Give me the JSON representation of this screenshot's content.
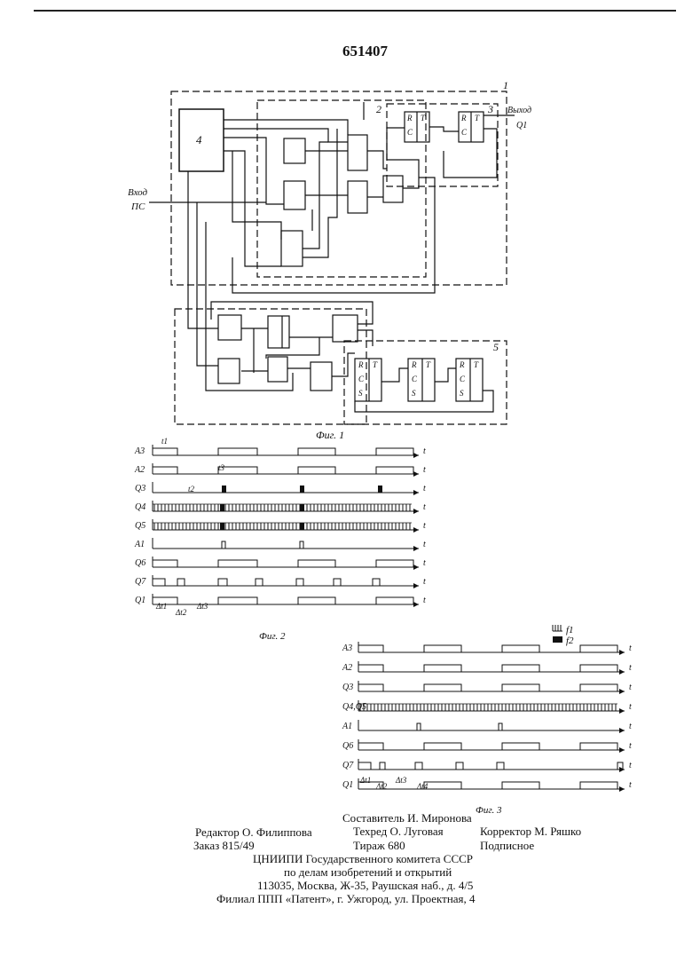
{
  "patent_number": "651407",
  "fig1": {
    "caption": "Фиг. 1",
    "block_labels": [
      "1",
      "2",
      "3",
      "4",
      "5"
    ],
    "input_label": [
      "Вход",
      "ПС"
    ],
    "output_label": [
      "Выход",
      "Q1"
    ],
    "trigger_pins": [
      "R",
      "C",
      "T",
      "S"
    ]
  },
  "fig2": {
    "caption": "Фиг. 2",
    "signals": [
      "A3",
      "A2",
      "Q3",
      "Q4",
      "Q5",
      "A1",
      "Q6",
      "Q7",
      "Q1"
    ],
    "axis_label": "t",
    "intervals": [
      "t1",
      "t3",
      "t2",
      "Δt1",
      "Δt2",
      "Δt3"
    ]
  },
  "fig3": {
    "caption": "Фиг. 3",
    "signals": [
      "A3",
      "A2",
      "Q3",
      "Q4,Q5",
      "A1",
      "Q6",
      "Q7",
      "Q1"
    ],
    "axis_label": "t",
    "legend": [
      "f1",
      "f2"
    ],
    "intervals": [
      "Δt1",
      "Δt2",
      "Δt3",
      "Δt4"
    ]
  },
  "imprint": {
    "compiler": "Составитель И. Миронова",
    "editor": "Редактор О. Филиппова",
    "tech_editor": "Техред О. Луговая",
    "proofreader": "Корректор М. Ряшко",
    "order": "Заказ 815/49",
    "circulation": "Тираж 680",
    "subscription": "Подписное",
    "org_line1": "ЦНИИПИ Государственного комитета СССР",
    "org_line2": "по делам изобретений и открытий",
    "org_line3": "113035, Москва, Ж-35, Раушская наб., д. 4/5",
    "branch": "Филиал ППП «Патент», г. Ужгород, ул. Проектная, 4"
  }
}
